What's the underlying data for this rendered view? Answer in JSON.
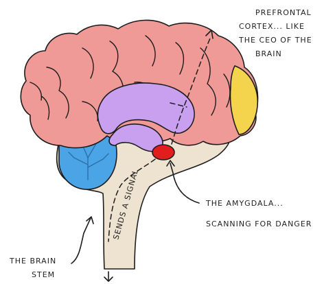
{
  "labels": {
    "prefrontal_line1": "PREFRONTAL",
    "prefrontal_line2": "CORTEX... LIKE",
    "prefrontal_line3": "THE CEO OF THE",
    "prefrontal_line4": "BRAIN",
    "amygdala_line1": "THE AMYGDALA...",
    "amygdala_line2": "SCANNING FOR DANGER",
    "signal": "SENDS A SIGNAL",
    "brainstem_line1": "THE BRAIN",
    "brainstem_line2": "STEM"
  },
  "colors": {
    "cortex": "#ef9a96",
    "prefrontal": "#f4d44d",
    "limbic": "#c99ff0",
    "cerebellum": "#4aa4e6",
    "stem": "#eee2d0",
    "amygdala": "#e21d1d",
    "outline": "#1c1c1c"
  }
}
